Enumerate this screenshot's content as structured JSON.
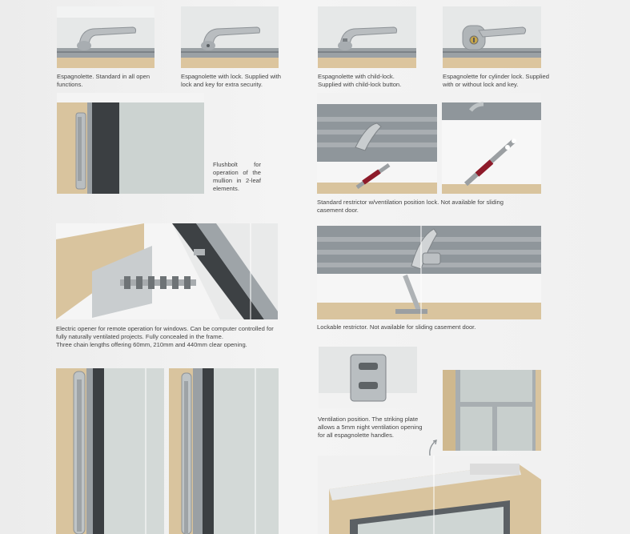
{
  "captions": {
    "espagnolette_standard": [
      "Espagnolette. Standard in all open",
      "functions."
    ],
    "espagnolette_lock": [
      "Espagnolette with lock. Supplied with",
      "lock and key for extra security."
    ],
    "espagnolette_childlock": [
      "Espagnolette with child-lock.",
      "Supplied with child-lock button."
    ],
    "espagnolette_cylinder": [
      "Espagnolette for cylinder lock. Supplied",
      "with or without lock and key."
    ],
    "flushbolt": "Flushbolt for operation of the mullion in 2-leaf elements.",
    "standard_restrictor": [
      "Standard restrictor w/ventilation position lock. Not available for sliding",
      "casement door."
    ],
    "electric_opener": [
      "Electric opener for remote operation for windows. Can be computer controlled for",
      "fully naturally ventilated projects. Fully concealed in the frame.",
      "Three chain lengths offering 60mm, 210mm and 440mm clear opening."
    ],
    "lockable_restrictor": "Lockable restrictor. Not available for sliding casement door.",
    "ventilation_position": [
      "Ventilation position. The striking plate",
      "allows a 5mm night ventilation opening",
      "for all espagnolette handles."
    ]
  },
  "icons": {
    "curved_arrow": "curved-arrow-icon"
  },
  "colors": {
    "wood": "#d9c49e",
    "frame_grey": "#8e9499",
    "glass": "#cfd6d4",
    "accent_red": "#8e1b2a"
  }
}
